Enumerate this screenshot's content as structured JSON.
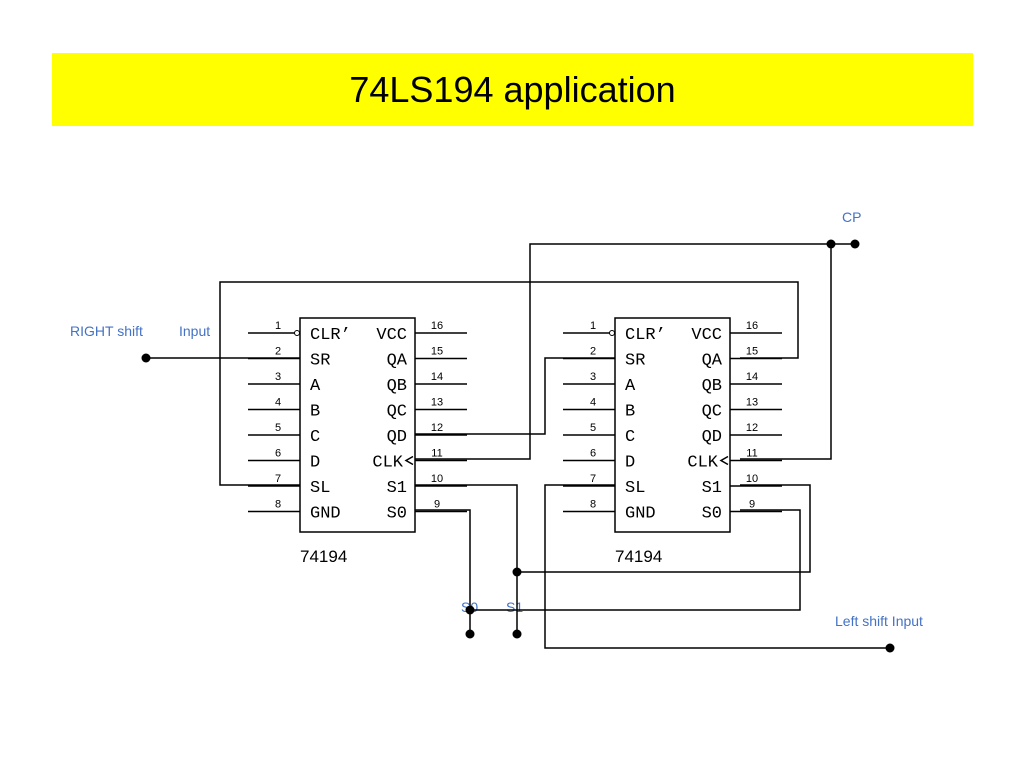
{
  "title": "74LS194 application",
  "chips": [
    {
      "name": "74194",
      "left_pins": [
        {
          "num": "1",
          "label": "CLR’"
        },
        {
          "num": "2",
          "label": "SR"
        },
        {
          "num": "3",
          "label": "A"
        },
        {
          "num": "4",
          "label": "B"
        },
        {
          "num": "5",
          "label": "C"
        },
        {
          "num": "6",
          "label": "D"
        },
        {
          "num": "7",
          "label": "SL"
        },
        {
          "num": "8",
          "label": "GND"
        }
      ],
      "right_pins": [
        {
          "num": "16",
          "label": "VCC"
        },
        {
          "num": "15",
          "label": "QA"
        },
        {
          "num": "14",
          "label": "QB"
        },
        {
          "num": "13",
          "label": "QC"
        },
        {
          "num": "12",
          "label": "QD"
        },
        {
          "num": "11",
          "label": "CLK"
        },
        {
          "num": "10",
          "label": "S1"
        },
        {
          "num": "9",
          "label": "S0"
        }
      ]
    },
    {
      "name": "74194",
      "left_pins": [
        {
          "num": "1",
          "label": "CLR’"
        },
        {
          "num": "2",
          "label": "SR"
        },
        {
          "num": "3",
          "label": "A"
        },
        {
          "num": "4",
          "label": "B"
        },
        {
          "num": "5",
          "label": "C"
        },
        {
          "num": "6",
          "label": "D"
        },
        {
          "num": "7",
          "label": "SL"
        },
        {
          "num": "8",
          "label": "GND"
        }
      ],
      "right_pins": [
        {
          "num": "16",
          "label": "VCC"
        },
        {
          "num": "15",
          "label": "QA"
        },
        {
          "num": "14",
          "label": "QB"
        },
        {
          "num": "13",
          "label": "QC"
        },
        {
          "num": "12",
          "label": "QD"
        },
        {
          "num": "11",
          "label": "CLK"
        },
        {
          "num": "10",
          "label": "S1"
        },
        {
          "num": "9",
          "label": "S0"
        }
      ]
    }
  ],
  "labels": {
    "right_shift": "RIGHT shift",
    "input": "Input",
    "cp": "CP",
    "left_shift": "Left shift Input",
    "s0": "S0",
    "s1": "S1"
  },
  "colors": {
    "title_band": "#ffff00",
    "net_label": "#4472c4"
  }
}
